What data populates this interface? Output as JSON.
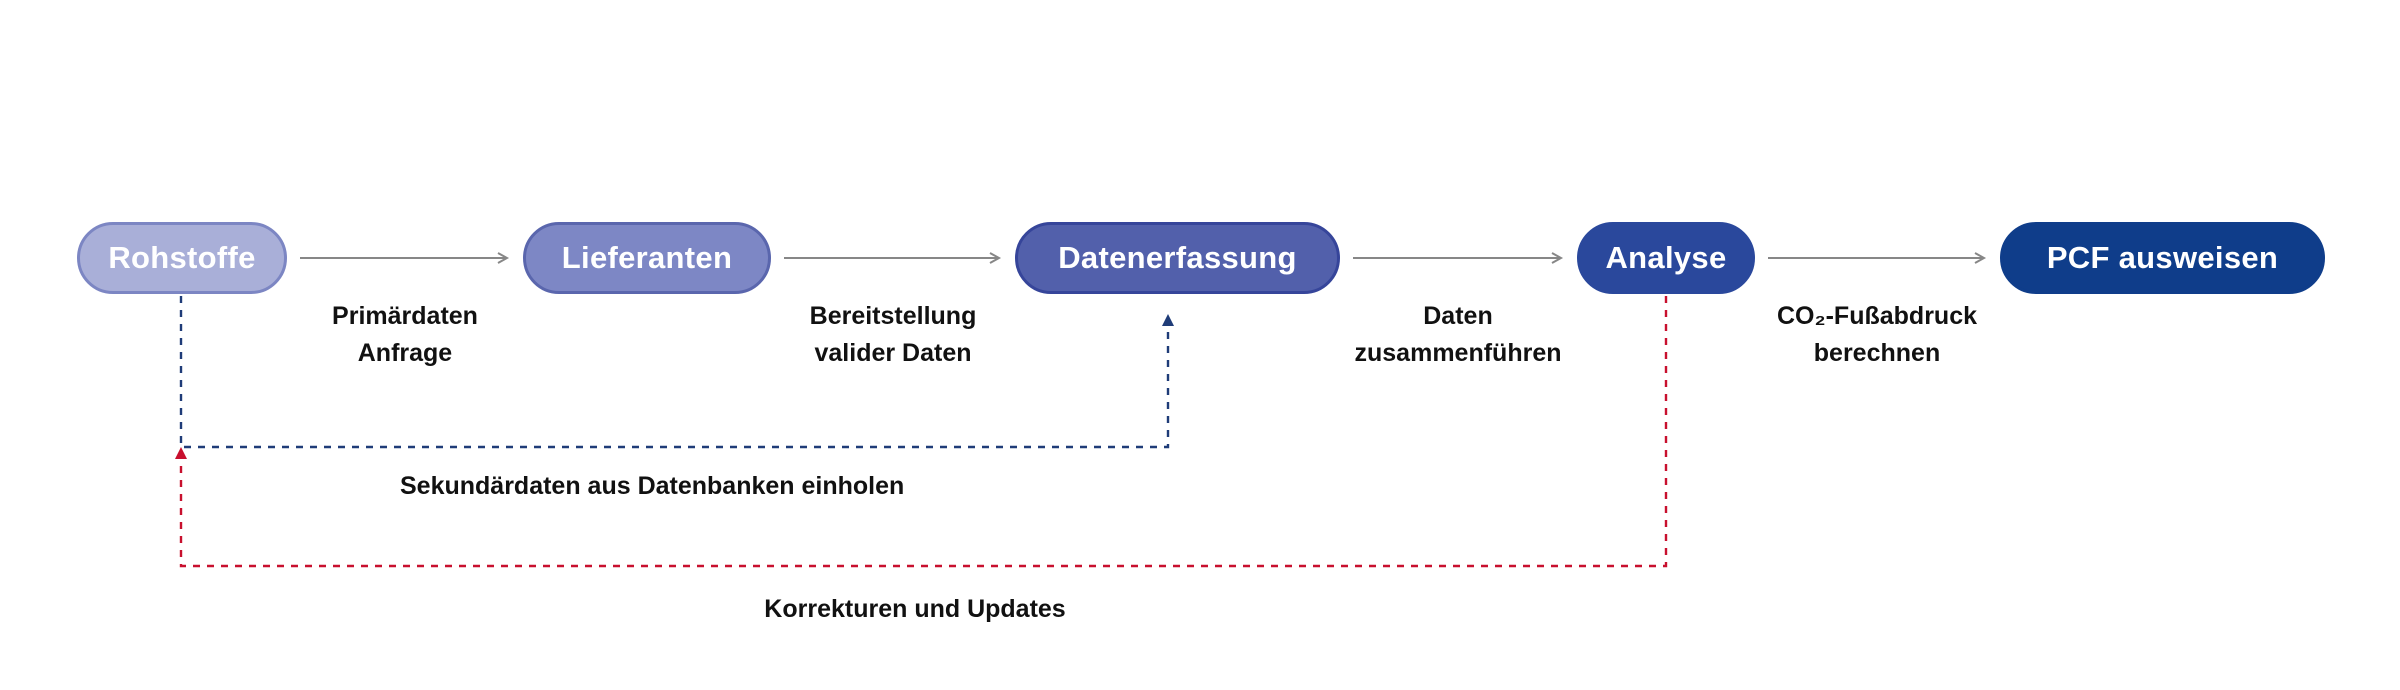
{
  "diagram": {
    "nodes": [
      {
        "label": "Rohstoffe",
        "fill": "#a9afd8",
        "border": "#7c86c3"
      },
      {
        "label": "Lieferanten",
        "fill": "#7d87c5",
        "border": "#5a66ad"
      },
      {
        "label": "Datenerfassung",
        "fill": "#5260ab",
        "border": "#36459a"
      },
      {
        "label": "Analyse",
        "fill": "#2a489c",
        "border": "#2a489c"
      },
      {
        "label": "PCF ausweisen",
        "fill": "#0f3d8a",
        "border": "#0f3d8a"
      }
    ],
    "arrow_labels": [
      {
        "line1": "Primärdaten",
        "line2": "Anfrage"
      },
      {
        "line1": "Bereitstellung",
        "line2": "valider Daten"
      },
      {
        "line1": "Daten",
        "line2": "zusammenführen"
      },
      {
        "line1": "CO₂-Fußabdruck",
        "line2": "berechnen"
      }
    ],
    "feedback_loops": [
      {
        "label": "Sekundärdaten aus Datenbanken einholen",
        "color": "#1f3c78"
      },
      {
        "label": "Korrekturen und Updates",
        "color": "#c8102e"
      }
    ],
    "colors": {
      "connector": "#878787"
    }
  }
}
